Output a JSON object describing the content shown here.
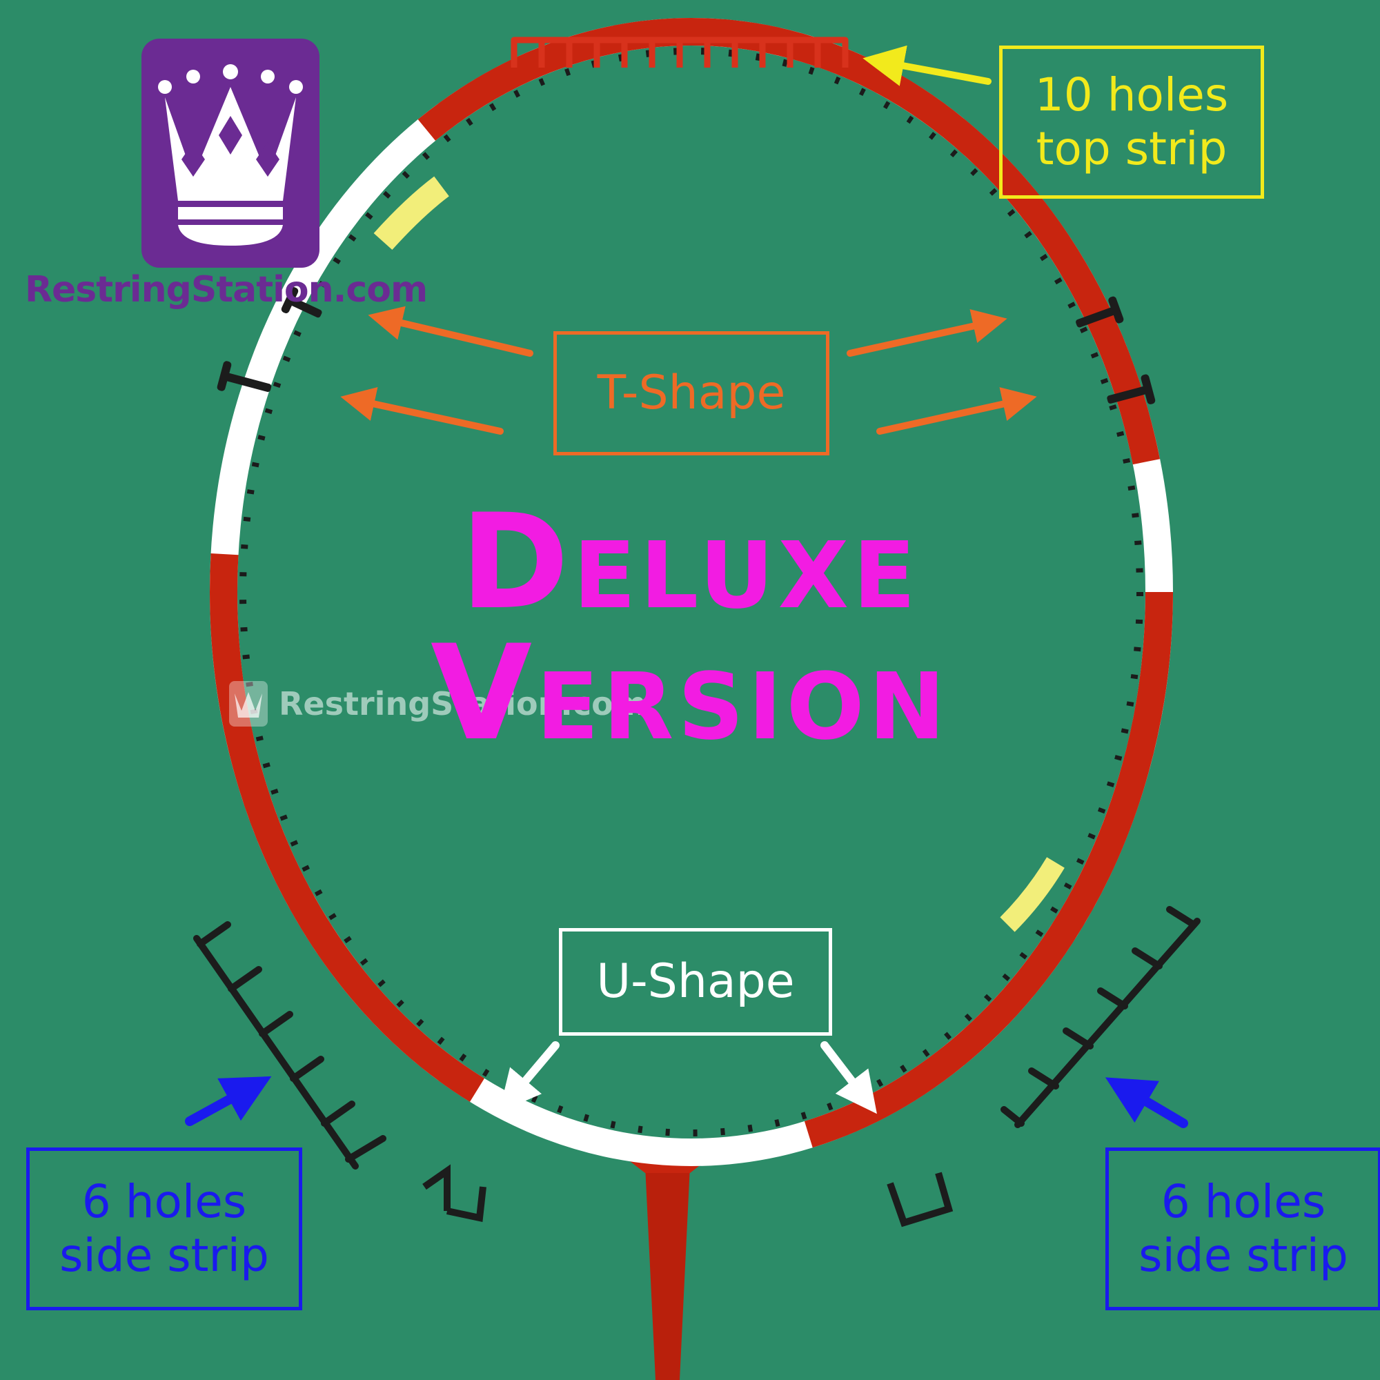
{
  "labels": {
    "top_strip": [
      "10 holes",
      "top strip"
    ],
    "t_shape": "T-Shape",
    "u_shape": "U-Shape",
    "left_strip": [
      "6 holes",
      "side strip"
    ],
    "right_strip": [
      "6 holes",
      "side strip"
    ]
  },
  "headline": [
    "Deluxe",
    "Version"
  ],
  "logo": {
    "text": "RestringStation.com",
    "icon": "crown-icon"
  },
  "watermark": {
    "text": "RestringStation.com",
    "icon": "crown-icon"
  },
  "colors": {
    "background": "#2c8c68",
    "top_strip_label": "#f2ea1c",
    "t_shape_label": "#ee6a26",
    "u_shape_label": "#ffffff",
    "side_strip_label": "#1a1aee",
    "headline": "#f21ce2",
    "logo": "#6b2b93",
    "frame": "#c8250f"
  }
}
